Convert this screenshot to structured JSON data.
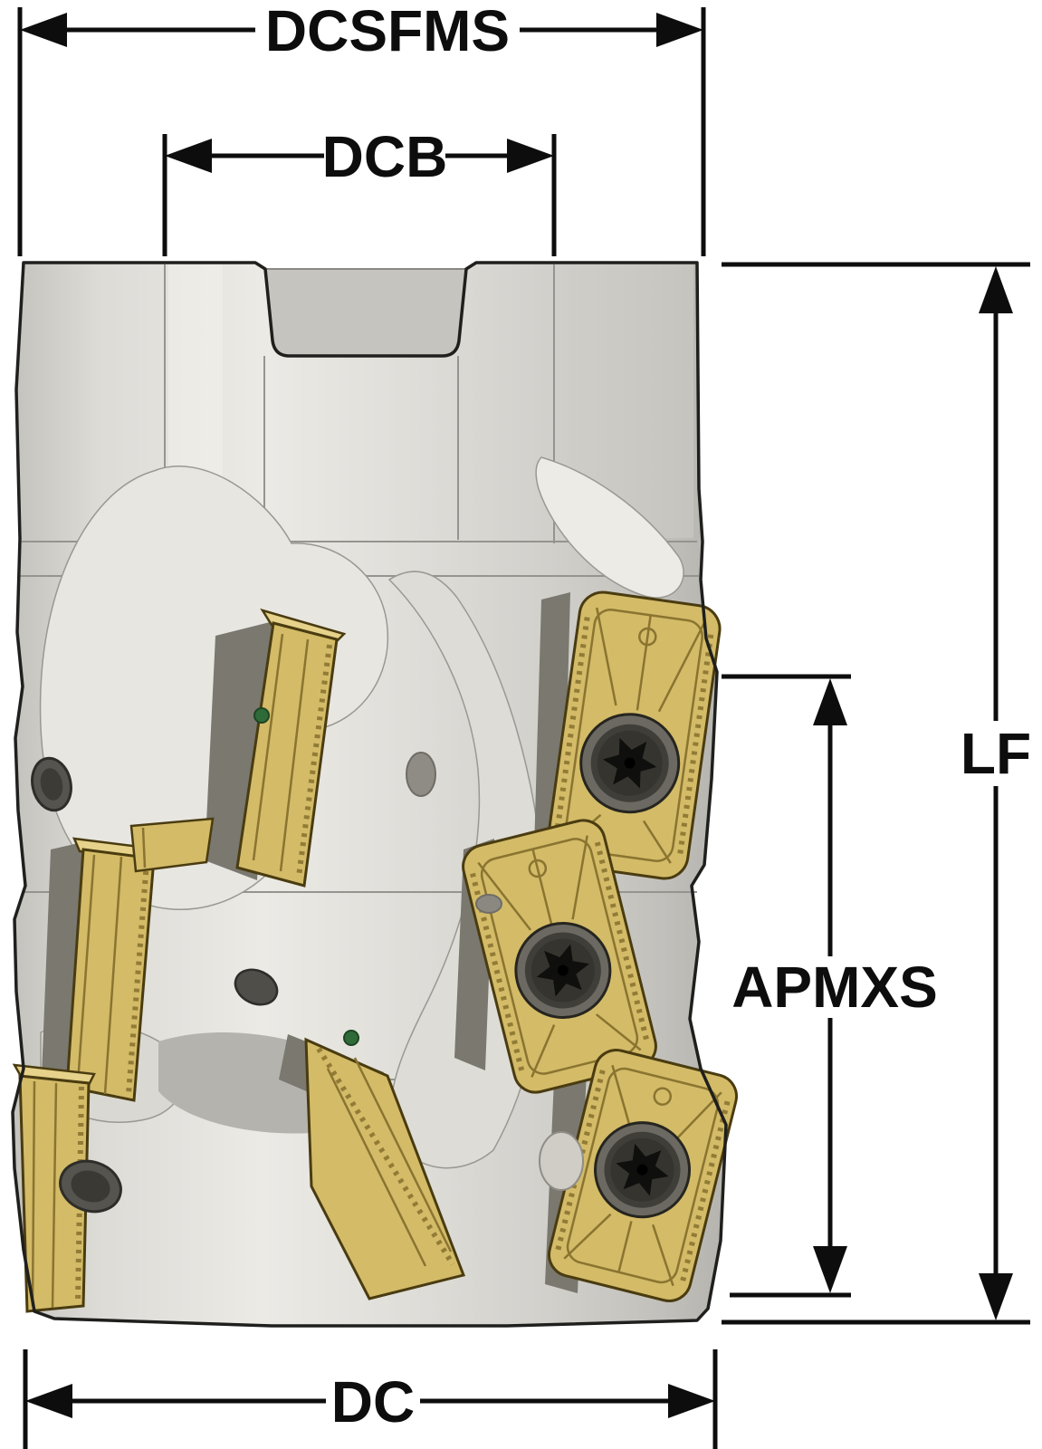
{
  "dimensions": {
    "dcsfms": "DCSFMS",
    "dcb": "DCB",
    "lf": "LF",
    "apmxs": "APMXS",
    "dc": "DC"
  },
  "colors": {
    "line": "#0d0d0d",
    "body_light": "#eceae5",
    "body_mid": "#d6d4cf",
    "body_dark": "#b5b3ae",
    "insert_gold": "#d3bb68",
    "insert_gold_light": "#e6d28a",
    "insert_gold_dark": "#8a7430",
    "insert_outline": "#4a3c10",
    "pocket_shadow": "#7a786f",
    "screw_grey": "#6b6962",
    "screw_dark": "#35342f",
    "hole_grey": "#56544e",
    "pin_green": "#2e6b38"
  }
}
